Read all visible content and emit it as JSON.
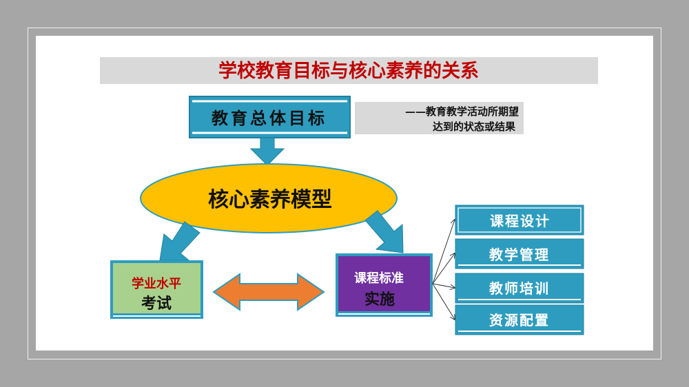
{
  "title": "学校教育目标与核心素养的关系",
  "goal_box": "教育总体目标",
  "note": {
    "line1": "——教育教学活动所期望",
    "line2": "达到的状态或结果"
  },
  "core_model": "核心素养模型",
  "exam_box": {
    "line1": "学业水平",
    "line2": "考试"
  },
  "curriculum_box": {
    "line1": "课程标准",
    "line2": "实施"
  },
  "sub_items": [
    "课程设计",
    "教学管理",
    "教师培训",
    "资源配置"
  ],
  "colors": {
    "title": "#c00000",
    "teal": "#2e9cbf",
    "ellipse": "#ffc000",
    "green": "#a9d18e",
    "purple": "#7030a0",
    "orange": "#ed7d31",
    "gray": "#d9d9d9"
  }
}
